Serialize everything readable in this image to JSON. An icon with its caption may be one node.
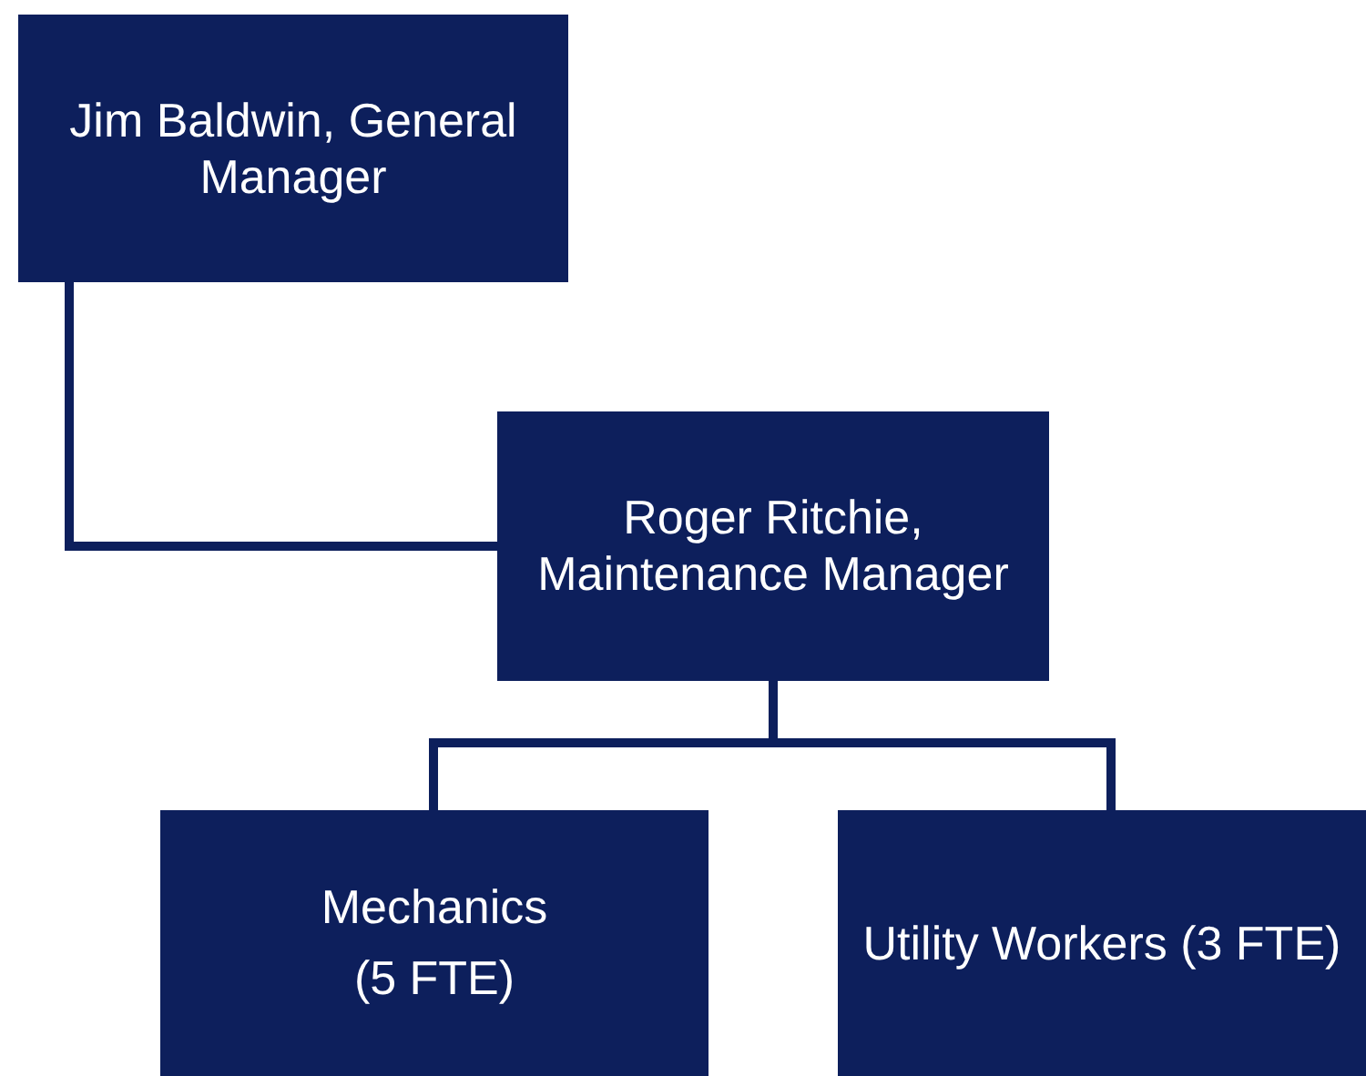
{
  "diagram": {
    "nodes": [
      {
        "text": [
          "Jim Baldwin, General Manager"
        ]
      },
      {
        "text": [
          "Roger Ritchie, Maintenance Manager"
        ]
      },
      {
        "text": [
          "Mechanics",
          "(5 FTE)"
        ]
      },
      {
        "text": [
          "Utility Workers (3 FTE)"
        ]
      }
    ],
    "edges": [
      {
        "from": 0,
        "to": 1,
        "arrow": "none"
      },
      {
        "from": 1,
        "to": 2,
        "arrow": "none"
      },
      {
        "from": 1,
        "to": 3,
        "arrow": "none"
      }
    ]
  }
}
